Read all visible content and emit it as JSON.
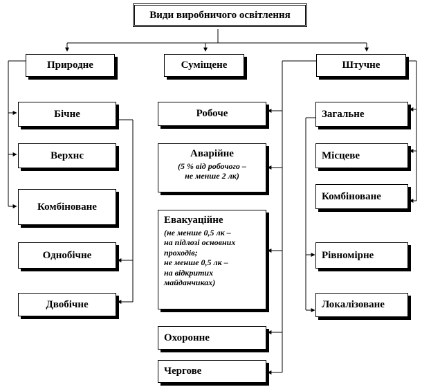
{
  "title": "Види виробничого освітлення",
  "categories": {
    "natural": "Природне",
    "combined": "Суміщене",
    "artificial": "Штучне"
  },
  "natural_items": [
    "Бічне",
    "Верхнє",
    "Комбіноване",
    "Однобічне",
    "Двобічне"
  ],
  "combined_items": {
    "working": "Робоче",
    "emergency": "Аварійне",
    "emergency_note_1": "(5 % від робочого –",
    "emergency_note_2": "не менше 2 лк)",
    "evacuation": "Евакуаційне",
    "evac_note_1": "(не менше 0,5 лк –",
    "evac_note_2": "на підлозі основних",
    "evac_note_3": "проходів;",
    "evac_note_4": "не менше 0,5 лк –",
    "evac_note_5": "на відкритих",
    "evac_note_6": "майданчиках)",
    "security": "Охоронне",
    "duty": "Чергове"
  },
  "artificial_items": [
    "Загальне",
    "Місцеве",
    "Комбіноване",
    "Рівномірне",
    "Локалізоване"
  ]
}
